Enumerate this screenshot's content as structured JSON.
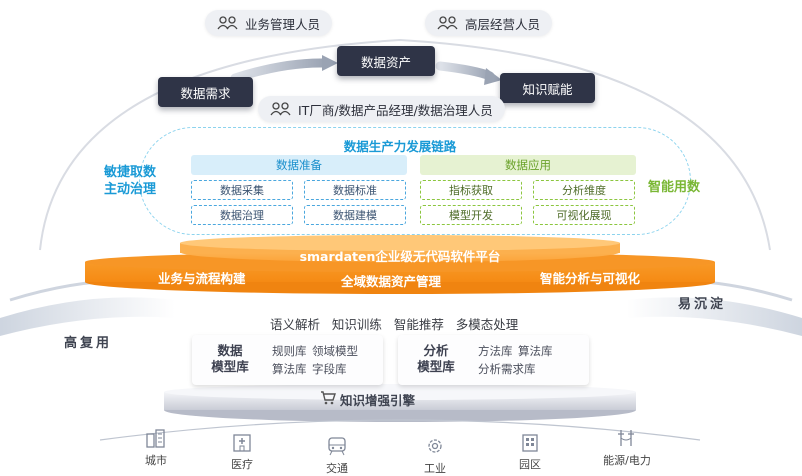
{
  "roles": {
    "business_managers": "业务管理人员",
    "senior_executives": "高层经营人员",
    "it_roles": "IT厂商/数据产品经理/数据治理人员"
  },
  "flow": {
    "data_demand": "数据需求",
    "data_assets": "数据资产",
    "knowledge_empower": "知识赋能"
  },
  "chain": {
    "title": "数据生产力发展链路",
    "left_label_1": "敏捷取数",
    "left_label_2": "主动治理",
    "right_label": "智能用数",
    "prep": {
      "title": "数据准备",
      "items": [
        "数据采集",
        "数据标准",
        "数据治理",
        "数据建模"
      ]
    },
    "app": {
      "title": "数据应用",
      "items": [
        "指标获取",
        "分析维度",
        "模型开发",
        "可视化展现"
      ]
    }
  },
  "platform": {
    "title": "smardaten企业级无代码软件平台",
    "items": [
      "业务与流程构建",
      "全域数据资产管理",
      "智能分析与可视化"
    ]
  },
  "sides": {
    "left": "高复用",
    "right": "易沉淀"
  },
  "capabilities": "语义解析   知识训练   智能推荐   多模态处理",
  "libraries": {
    "data": {
      "name_1": "数据",
      "name_2": "模型库",
      "items": [
        "规则库",
        "领域模型",
        "算法库",
        "字段库"
      ]
    },
    "analysis": {
      "name_1": "分析",
      "name_2": "模型库",
      "items": [
        "方法库",
        "算法库",
        "分析需求库"
      ]
    }
  },
  "engine": "知识增强引擎",
  "industries": [
    "城市",
    "医疗",
    "交通",
    "工业",
    "园区",
    "能源/电力"
  ],
  "colors": {
    "dark_box": "#2f3447",
    "chain_blue": "#1a9ad6",
    "app_green": "#7ab735",
    "platform_orange": "#f7941d"
  }
}
